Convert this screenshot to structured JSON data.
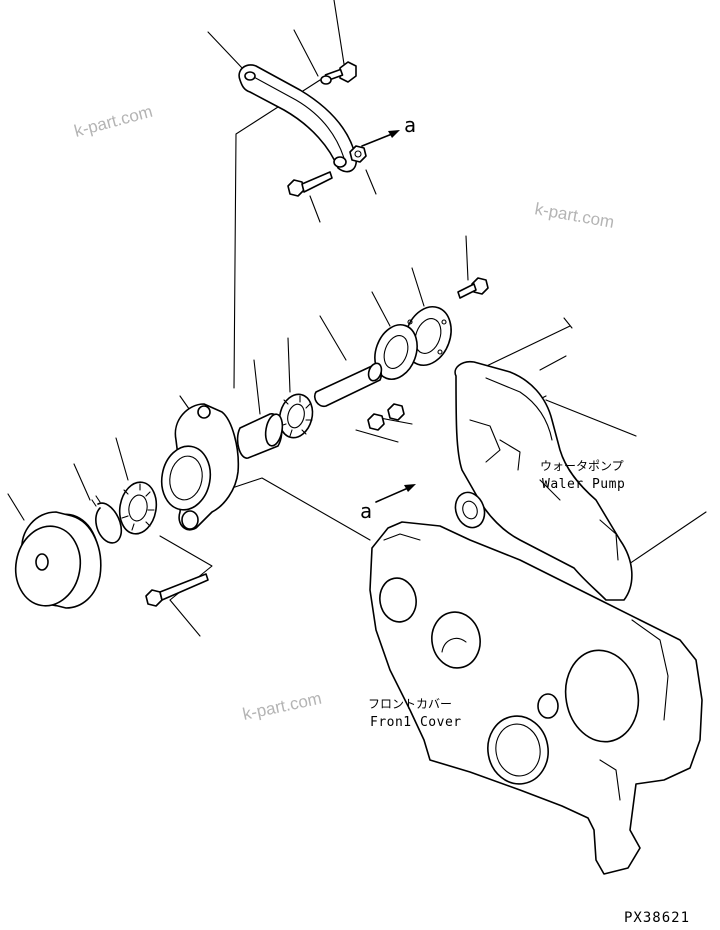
{
  "watermark": "k-part.com",
  "labels": {
    "water_pump_jp": "ウォータポンプ",
    "water_pump_en": "Waler Pump",
    "front_cover_jp": "フロントカバー",
    "front_cover_en": "Fron1 Cover"
  },
  "arrows": {
    "top_marker": "a",
    "bottom_marker": "a"
  },
  "drawing_code": "PX38621"
}
